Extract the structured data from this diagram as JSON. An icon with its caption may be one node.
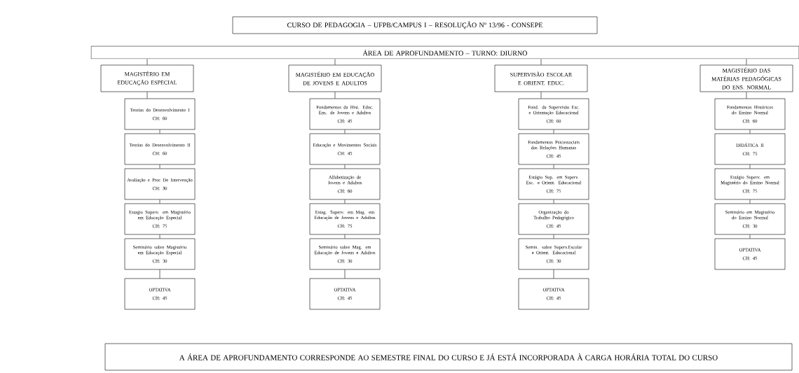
{
  "diagram": {
    "nodes": [
      {
        "text": [
          "CURSO DE PEDAGOGIA – UFPB/CAMPUS I – RESOLUÇÃO Nº 13/96 - CONSEPE"
        ]
      },
      {
        "text": [
          "ÁREA DE APROFUNDAMENTO – TURNO: DIURNO"
        ]
      },
      {
        "text": [
          "MAGISTÉRIO EM EDUCAÇÃO ESPECIAL"
        ]
      },
      {
        "text": [
          "Teorias do Desenvolvimento I",
          "CH: 60"
        ]
      },
      {
        "text": [
          "Teorias do Desenvolvimento II",
          "CH: 60"
        ]
      },
      {
        "text": [
          "Avaliação e Proc De Intervenção",
          "CH: 30"
        ]
      },
      {
        "text": [
          "Estagio Superv. em Magistério em Educação Especial",
          "CH: 75"
        ]
      },
      {
        "text": [
          "Seminário sobre Magistério em Educação Especial",
          "CH: 30"
        ]
      },
      {
        "text": [
          "OPTATIVA",
          "CH: 45"
        ]
      },
      {
        "text": [
          "MAGISTÉRIO EM EDUCAÇÃO DE JOVENS E ADULTOS"
        ]
      },
      {
        "text": [
          "Fundamentos da Hist. Educ. Ens. de Jovens e Adultos",
          "CH: 45"
        ]
      },
      {
        "text": [
          "Educação e Movimentos Sociais",
          "CH: 45"
        ]
      },
      {
        "text": [
          "Alfabetização de Jovens e Adultos",
          "CH: 60"
        ]
      },
      {
        "text": [
          "Estag. Superv. em Mag. em Educação de Jovens e Adultos",
          "CH: 75"
        ]
      },
      {
        "text": [
          "Seminário sobre Mag. em Educação de Jovens e Adultos",
          "CH: 30"
        ]
      },
      {
        "text": [
          "OPTATIVA",
          "CH: 45"
        ]
      },
      {
        "text": [
          "SUPERVISÃO ESCOLAR E ORIENT. EDUC."
        ]
      },
      {
        "text": [
          "Fund. da Supervisão Esc. e Orientação Educacional",
          "CH: 60"
        ]
      },
      {
        "text": [
          "Fundamentos Psicossociais das Relações Humanas",
          "CH: 45"
        ]
      },
      {
        "text": [
          "Estágio Sup. em Superv. Esc. e Orient. Educacional",
          "CH: 75"
        ]
      },
      {
        "text": [
          "Organização do Trabalho Pedagógico",
          "CH: 45"
        ]
      },
      {
        "text": [
          "Semin. sobre Superv.Escolar e Orient. Educacional",
          "CH: 30"
        ]
      },
      {
        "text": [
          "OPTATIVA",
          "CH: 45"
        ]
      },
      {
        "text": [
          "MAGISTÉRIO DAS MATÉRIAS PEDAGÓGICAS DO ENS. NORMAL"
        ]
      },
      {
        "text": [
          "Fundamentos Históricos do Ensino Normal",
          "CH: 60"
        ]
      },
      {
        "text": [
          "DIDÁTICA II",
          "CH: 75"
        ]
      },
      {
        "text": [
          "Estágio Superv. em Magistério do Ensino Normal",
          "CH: 75"
        ]
      },
      {
        "text": [
          "Seminário em Magistério do Ensino Normal",
          "CH: 30"
        ]
      },
      {
        "text": [
          "OPTATIVA",
          "CH: 45"
        ]
      },
      {
        "text": [
          "A ÁREA DE APROFUNDAMENTO CORRESPONDE AO SEMESTRE FINAL DO CURSO E JÁ ESTÁ INCORPORADA À CARGA HORÁRIA TOTAL DO CURSO"
        ]
      }
    ],
    "edges": [
      {
        "from": 1,
        "to": 2,
        "arrow": "none"
      },
      {
        "from": 1,
        "to": 9,
        "arrow": "none"
      },
      {
        "from": 1,
        "to": 16,
        "arrow": "none"
      },
      {
        "from": 1,
        "to": 23,
        "arrow": "none"
      },
      {
        "from": 2,
        "to": 3,
        "arrow": "none"
      },
      {
        "from": 3,
        "to": 4,
        "arrow": "none"
      },
      {
        "from": 4,
        "to": 5,
        "arrow": "none"
      },
      {
        "from": 5,
        "to": 6,
        "arrow": "none"
      },
      {
        "from": 6,
        "to": 7,
        "arrow": "none"
      },
      {
        "from": 7,
        "to": 8,
        "arrow": "none"
      },
      {
        "from": 9,
        "to": 10,
        "arrow": "none"
      },
      {
        "from": 10,
        "to": 11,
        "arrow": "none"
      },
      {
        "from": 11,
        "to": 12,
        "arrow": "none"
      },
      {
        "from": 12,
        "to": 13,
        "arrow": "none"
      },
      {
        "from": 13,
        "to": 14,
        "arrow": "none"
      },
      {
        "from": 14,
        "to": 15,
        "arrow": "none"
      },
      {
        "from": 16,
        "to": 17,
        "arrow": "none"
      },
      {
        "from": 17,
        "to": 18,
        "arrow": "none"
      },
      {
        "from": 18,
        "to": 19,
        "arrow": "none"
      },
      {
        "from": 19,
        "to": 20,
        "arrow": "none"
      },
      {
        "from": 20,
        "to": 21,
        "arrow": "none"
      },
      {
        "from": 21,
        "to": 22,
        "arrow": "none"
      },
      {
        "from": 23,
        "to": 24,
        "arrow": "none"
      },
      {
        "from": 24,
        "to": 25,
        "arrow": "none"
      },
      {
        "from": 25,
        "to": 26,
        "arrow": "none"
      },
      {
        "from": 26,
        "to": 27,
        "arrow": "none"
      },
      {
        "from": 27,
        "to": 28,
        "arrow": "none"
      }
    ]
  }
}
